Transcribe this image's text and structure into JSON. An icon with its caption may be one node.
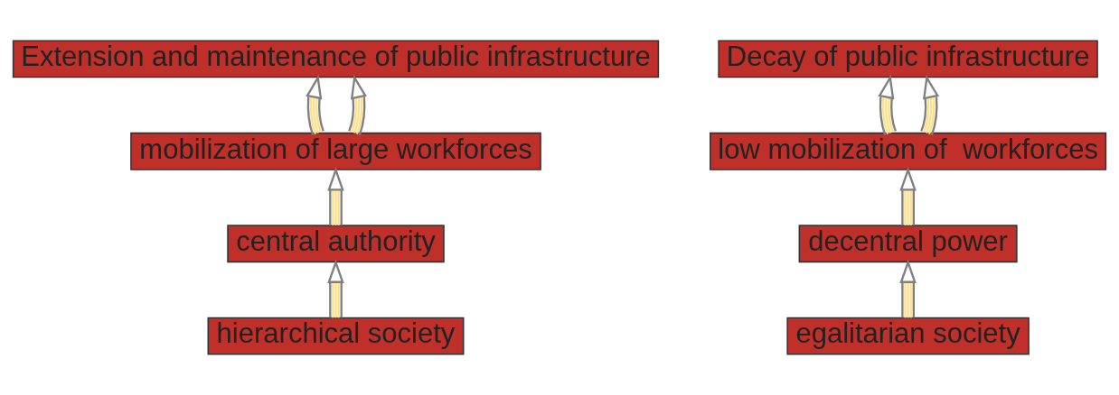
{
  "diagram": {
    "nodes": [
      {
        "text": [
          "Extension and maintenance of public infrastructure"
        ]
      },
      {
        "text": [
          "mobilization of large workforces"
        ]
      },
      {
        "text": [
          "central authority"
        ]
      },
      {
        "text": [
          "hierarchical society"
        ]
      },
      {
        "text": [
          "Decay of public infrastructure"
        ]
      },
      {
        "text": [
          "low mobilization of  workforces"
        ]
      },
      {
        "text": [
          "decentral power"
        ]
      },
      {
        "text": [
          "egalitarian society"
        ]
      }
    ],
    "edges": [
      {
        "from": 1,
        "to": 0,
        "arrow": "to"
      },
      {
        "from": 1,
        "to": 0,
        "arrow": "to"
      },
      {
        "from": 2,
        "to": 1,
        "arrow": "to"
      },
      {
        "from": 3,
        "to": 2,
        "arrow": "to"
      },
      {
        "from": 5,
        "to": 4,
        "arrow": "to"
      },
      {
        "from": 5,
        "to": 4,
        "arrow": "to"
      },
      {
        "from": 6,
        "to": 5,
        "arrow": "to"
      },
      {
        "from": 7,
        "to": 6,
        "arrow": "to"
      }
    ]
  }
}
